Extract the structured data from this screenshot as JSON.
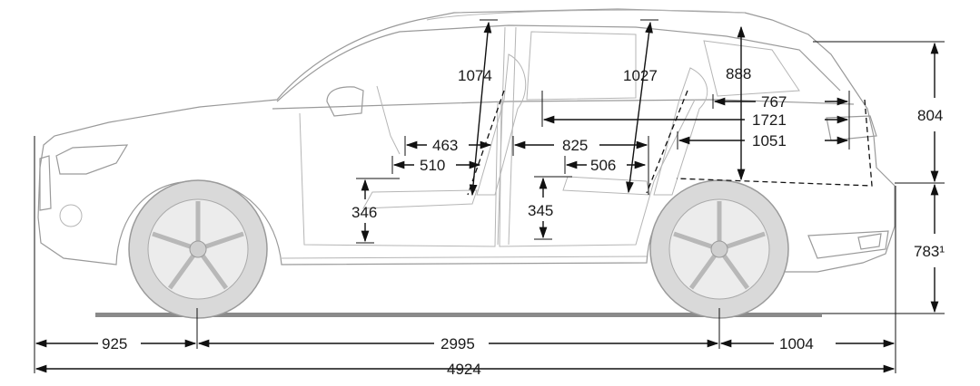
{
  "dimensions": {
    "front_headroom": "1074",
    "rear_headroom": "1027",
    "third_row_headroom": "888",
    "rear_overhang_height": "804",
    "load_length_third_row": "767",
    "load_length_max": "1721",
    "load_length_second_row": "1051",
    "front_legroom_seat": "463",
    "front_seat_depth": "510",
    "rear_legroom": "825",
    "rear_seat_depth": "506",
    "front_seat_height": "346",
    "rear_seat_height": "345",
    "loading_sill_height": "783¹",
    "front_overhang": "925",
    "wheelbase": "2995",
    "rear_overhang": "1004",
    "overall_length": "4924"
  },
  "colors": {
    "line": "#111111",
    "car_outline": "#9a9a9a",
    "car_fill": "#dcdcdc"
  }
}
